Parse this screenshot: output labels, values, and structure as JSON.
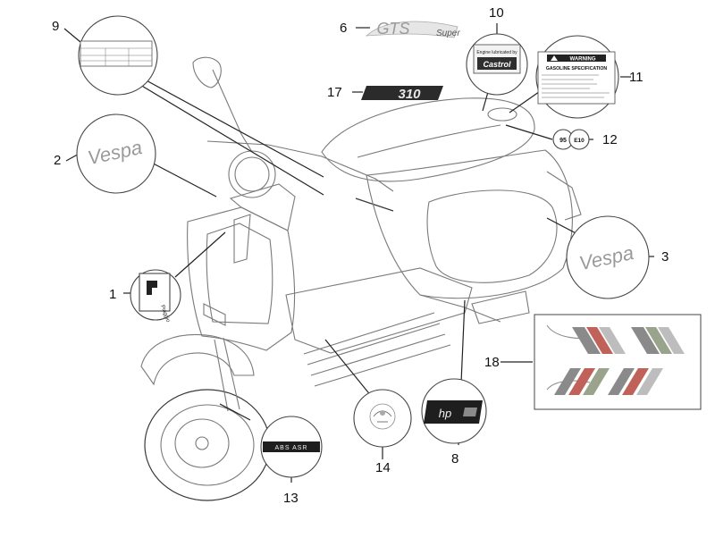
{
  "callouts": {
    "c1": "1",
    "c2": "2",
    "c3": "3",
    "c6": "6",
    "c8": "8",
    "c9": "9",
    "c10": "10",
    "c11": "11",
    "c12": "12",
    "c13": "13",
    "c14": "14",
    "c17": "17",
    "c18": "18"
  },
  "decals": {
    "vespa_left": "Vespa",
    "vespa_right": "Vespa",
    "gts": "GTS",
    "gts_super": "Super",
    "model_badge": "310",
    "castrol_top": "Engine lubricated by",
    "castrol_brand": "Castrol",
    "warning_title": "WARNING",
    "gasoline_spec": "GASOLINE SPECIFICATION",
    "hp": "hp",
    "abs_asr": "ABS ASR",
    "fuel_95": "95",
    "fuel_e10": "E10"
  },
  "colors": {
    "stripe_dark": "#8a8a8a",
    "stripe_red": "#c0625a",
    "stripe_green": "#9aa48c",
    "stripe_gray": "#bdbdbd"
  }
}
